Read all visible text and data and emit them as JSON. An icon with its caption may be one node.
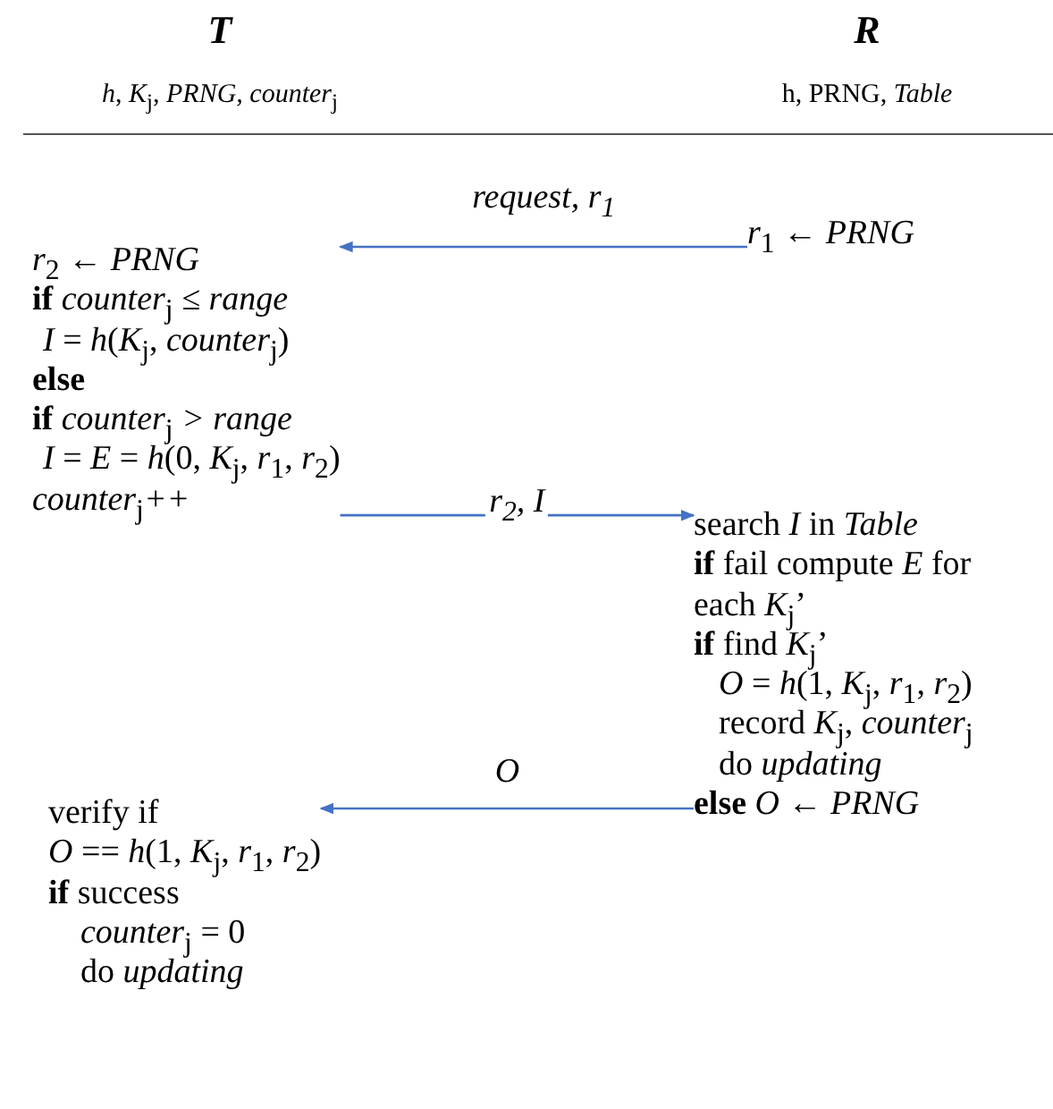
{
  "diagram": {
    "nodes": [
      {
        "text": [
          "*r*$_{1}$ ← *PRNG*"
        ]
      },
      {
        "text": [
          "*r*$_{2}$ ← *PRNG*",
          "**if** *counter*$_{j}$ *≤ range*",
          "*I* = *h*(*K*$_{j}$, *counter*$_{j}$)",
          "**else**",
          "**if** *counter*$_{j}$ *> range*",
          "*I* = *E* = *h*(0, *K*$_{j}$, *r*$_{1}$, *r*$_{2}$)",
          "*counter*$_{j}$*++*"
        ]
      },
      {
        "text": [
          "search *I* in *Table*",
          "**if** fail compute *E* for",
          "each *K*$_{j}$’",
          "**if** find *K*$_{j}$’",
          "*O* = *h*(1, *K*$_{j}$, *r*$_{1}$, *r*$_{2}$)",
          "record *K*$_{j}$, *counter*$_{j}$",
          "do *updating*",
          "**else** *O* ← *PRNG*"
        ]
      },
      {
        "text": [
          "verify if",
          "*O* == *h*(1, *K*$_{j}$, *r*$_{1}$, *r*$_{2}$)",
          "**if** success",
          "*counter*$_{j}$ = 0",
          "do *updating*"
        ]
      }
    ],
    "edges": [
      {
        "from": 0,
        "to": 1,
        "arrow": "to",
        "label": "request, r$_{1}$"
      },
      {
        "from": 1,
        "to": 2,
        "arrow": "to",
        "label": "r$_{2}$, I"
      },
      {
        "from": 2,
        "to": 3,
        "arrow": "to",
        "label": "O"
      }
    ],
    "labels": [
      "T",
      "*h*, *K*$_{j}$, *PRNG, counter*$_{j}$",
      "R",
      "h, PRNG, *Table*"
    ]
  }
}
